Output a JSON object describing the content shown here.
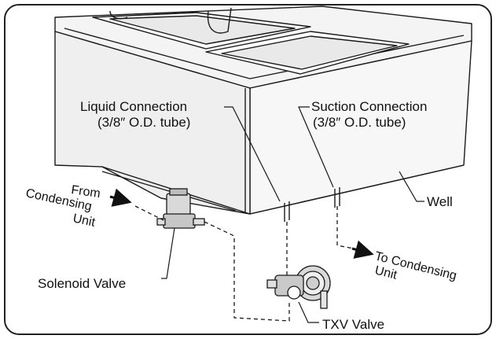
{
  "labels": {
    "liquid_connection": "Liquid Connection",
    "liquid_tube_size": "(3/8″ O.D. tube)",
    "suction_connection": "Suction Connection",
    "suction_tube_size": "(3/8″ O.D. tube)",
    "from_word": "From",
    "condensing_from": "Condensing",
    "unit_from": "Unit",
    "well": "Well",
    "to_condensing_line1": "To Condensing",
    "to_condensing_line2": "Unit",
    "solenoid_valve": "Solenoid Valve",
    "txv_valve": "TXV Valve"
  },
  "colors": {
    "line": "#1a1a1a",
    "frame": "#222222",
    "fill_light": "#f4f4f4",
    "fill_mid": "#e6e6e6",
    "fill_dark": "#cfcfcf",
    "background": "#ffffff"
  }
}
